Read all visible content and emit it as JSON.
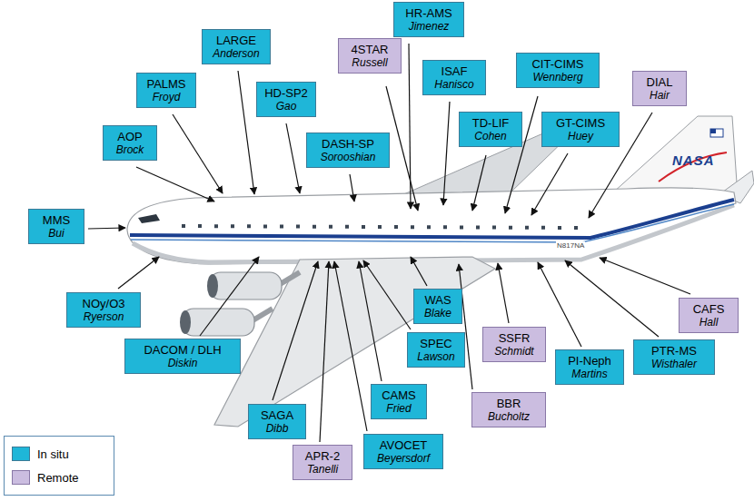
{
  "diagram": {
    "nodes": [
      {
        "text": [
          "HR-AMS",
          "Jimenez"
        ]
      },
      {
        "text": [
          "LARGE",
          "Anderson"
        ]
      },
      {
        "text": [
          "4STAR",
          "Russell"
        ]
      },
      {
        "text": [
          "CIT-CIMS",
          "Wennberg"
        ]
      },
      {
        "text": [
          "ISAF",
          "Hanisco"
        ]
      },
      {
        "text": [
          "DIAL",
          "Hair"
        ]
      },
      {
        "text": [
          "PALMS",
          "Froyd"
        ]
      },
      {
        "text": [
          "HD-SP2",
          "Gao"
        ]
      },
      {
        "text": [
          "TD-LIF",
          "Cohen"
        ]
      },
      {
        "text": [
          "GT-CIMS",
          "Huey"
        ]
      },
      {
        "text": [
          "AOP",
          "Brock"
        ]
      },
      {
        "text": [
          "DASH-SP",
          "Sorooshian"
        ]
      },
      {
        "text": [
          "MMS",
          "Bui"
        ]
      },
      {
        "text": [
          "NOy/O3",
          "Ryerson"
        ]
      },
      {
        "text": [
          "WAS",
          "Blake"
        ]
      },
      {
        "text": [
          "CAFS",
          "Hall"
        ]
      },
      {
        "text": [
          "SSFR",
          "Schmidt"
        ]
      },
      {
        "text": [
          "SPEC",
          "Lawson"
        ]
      },
      {
        "text": [
          "PTR-MS",
          "Wisthaler"
        ]
      },
      {
        "text": [
          "DACOM / DLH",
          "Diskin"
        ]
      },
      {
        "text": [
          "PI-Neph",
          "Martins"
        ]
      },
      {
        "text": [
          "CAMS",
          "Fried"
        ]
      },
      {
        "text": [
          "BBR",
          "Bucholtz"
        ]
      },
      {
        "text": [
          "SAGA",
          "Dibb"
        ]
      },
      {
        "text": [
          "AVOCET",
          "Beyersdorf"
        ]
      },
      {
        "text": [
          "APR-2",
          "Tanelli"
        ]
      }
    ],
    "labels": [
      "NASA",
      "N817NA"
    ],
    "legend": [
      {
        "text": "In situ",
        "color": "#1fb6d8"
      },
      {
        "text": "Remote",
        "color": "#cbbde0"
      }
    ]
  }
}
